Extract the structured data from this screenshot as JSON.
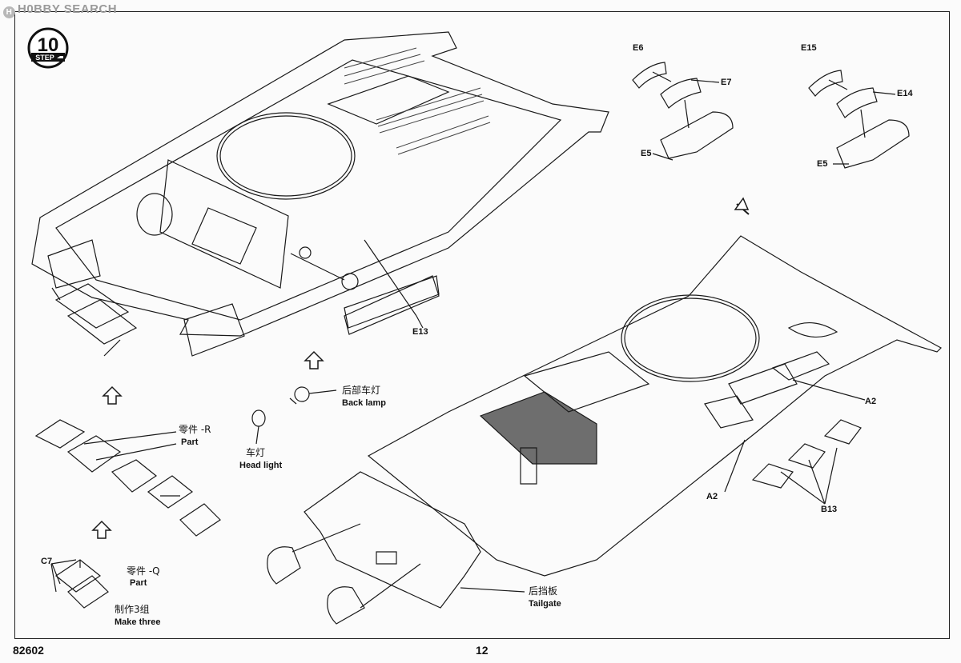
{
  "watermark": "H0BBY SEARCH",
  "step": {
    "number": "10",
    "label": "STEP"
  },
  "callouts": {
    "e6": "E6",
    "e7": "E7",
    "e5a": "E5",
    "e15": "E15",
    "e14": "E14",
    "e5b": "E5",
    "e13": "E13",
    "a2_right": "A2",
    "a2_left": "A2",
    "b13": "B13",
    "c7": "C7"
  },
  "parts": {
    "back_lamp_cn": "后部车灯",
    "back_lamp_en": "Back lamp",
    "head_light_cn": "车灯",
    "head_light_en": "Head light",
    "part_r_cn": "零件 -R",
    "part_r_en": "Part",
    "part_q_cn": "零件 -Q",
    "part_q_en": "Part",
    "make_three_cn": "制作3组",
    "make_three_en": "Make three",
    "tailgate_cn": "后挡板",
    "tailgate_en": "Tailgate"
  },
  "footer": {
    "code": "82602",
    "page_number": "12"
  }
}
